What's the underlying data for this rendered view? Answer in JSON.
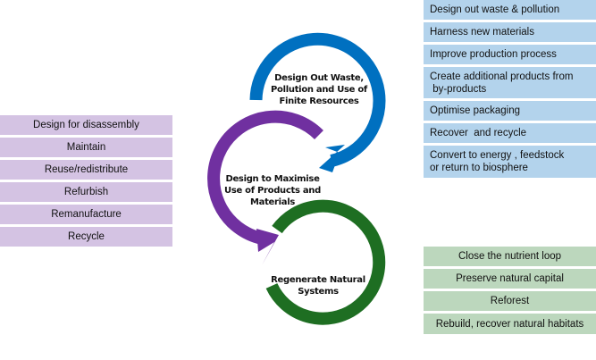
{
  "colors": {
    "design_out_ring": "#0070c0",
    "maximise_ring": "#7030a0",
    "regenerate_ring": "#1e6e22",
    "blue_box": "#b3d3ec",
    "purple_box": "#d4c3e3",
    "green_box": "#bcd7bd"
  },
  "cycles": [
    {
      "id": "design-out",
      "title": "Design Out Waste, Pollution and Use of Finite Resources",
      "lines": [
        "Design Out Waste,",
        "Pollution and Use of",
        "Finite Resources"
      ]
    },
    {
      "id": "maximise",
      "title": "Design to Maximise Use of Products and Materials",
      "lines": [
        "Design to Maximise",
        "Use of Products and",
        "Materials"
      ]
    },
    {
      "id": "regenerate",
      "title": "Regenerate Natural Systems",
      "lines": [
        "Regenerate Natural",
        "Systems"
      ]
    }
  ],
  "design_out_actions": [
    "Design out waste & pollution",
    "Harness new materials",
    "Improve production process",
    "Create additional products from\n by-products",
    "Optimise packaging",
    "Recover  and recycle",
    "Convert to energy , feedstock\nor return to biosphere"
  ],
  "maximise_actions": [
    "Design for disassembly",
    "Maintain",
    "Reuse/redistribute",
    "Refurbish",
    "Remanufacture",
    "Recycle"
  ],
  "regenerate_actions": [
    "Close the nutrient loop",
    "Preserve natural capital",
    "Reforest",
    "Rebuild, recover natural habitats"
  ]
}
